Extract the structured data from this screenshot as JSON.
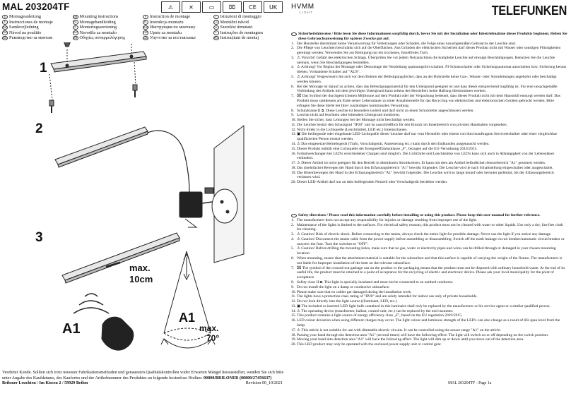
{
  "left": {
    "model": "MAL 203204TF",
    "hazard_icons": [
      "warning-icon",
      "crossed-out-icon",
      "package-icon",
      "crossed-bin-icon",
      "ce-icon",
      "ukca-icon"
    ],
    "hazard_glyphs": [
      "⚠",
      "✕",
      "▭",
      "⌧",
      "CE",
      "UK"
    ],
    "languages": [
      {
        "code": "D",
        "label": "Montageanleitung"
      },
      {
        "code": "GB",
        "label": "Mounting instructions"
      },
      {
        "code": "F",
        "label": "Instruction de montage"
      },
      {
        "code": "I",
        "label": "Istruzioni di montaggio"
      },
      {
        "code": "E",
        "label": "Instrucciones de montaje"
      },
      {
        "code": "NL",
        "label": "Montagehandleiding"
      },
      {
        "code": "PL",
        "label": "Instrukcja montażu"
      },
      {
        "code": "CZ",
        "label": "Montážní návod"
      },
      {
        "code": "DK",
        "label": "Samlevejledning"
      },
      {
        "code": "S",
        "label": "Monteringsanvisning"
      },
      {
        "code": "RUS",
        "label": "Инструкция по монтажу"
      },
      {
        "code": "H",
        "label": "Szerelési útmutató"
      },
      {
        "code": "SK",
        "label": "Návod na použitie"
      },
      {
        "code": "SLO",
        "label": "Navodila za montažo"
      },
      {
        "code": "HR",
        "label": "Upute za montažu"
      },
      {
        "code": "P",
        "label": "Instruções de montagem"
      },
      {
        "code": "BG",
        "label": "Ръководство за монтаж"
      },
      {
        "code": "GR",
        "label": "Οδηγίες συναρμολόγησης"
      },
      {
        "code": "UA",
        "label": "Упутство за постављање"
      },
      {
        "code": "RO",
        "label": "Instrucțiuni de montaj"
      }
    ],
    "steps": [
      "1",
      "2",
      "3"
    ],
    "fig_labels": {
      "max_dist_1": "max.",
      "max_dist_2": "10cm",
      "max_angle_1": "max.",
      "max_angle_2": "70°",
      "a1_left": "A1",
      "a1_cone": "A1"
    },
    "footer_text": "Verehrter Kunde. Sollten sich trotz neuester Fabrikationsmethoden und genauesten Qualitätskontrollen wider Erwarten Mängel herausstellen, wenden Sie sich bitte unter Angabe des Kaufdatums, des Kaufortes und der Artikelnummer des Produktes an folgende kostenlose Hotline:",
    "footer_hotline": "00800/BRILONER (00800/27456637) Briloner Leuchten / Im Kissen 2 / 59929 Brilon",
    "revision": "Revision 00_10/2021"
  },
  "right": {
    "hvmm": "HVMM",
    "hvmm_sub": "LIGHT",
    "brand": "TELEFUNKEN",
    "de_head": "Sicherheitshinweise / Bitte lesen Sie diese Informationen sorgfältig durch, bevor Sie mit der Installation oder Inbetriebnahme dieses Produkts beginnen. Heben Sie diese Gebrauchsanweisung für spätere Zwecke gut auf.",
    "de_items": [
      "Der Hersteller übernimmt keine Verantwortung für Verletzungen oder Schäden, die Folge eines unsachgemäßen Gebrauchs der Leuchte sind.",
      "Die Pflege von Leuchten beschränkt sich auf die Oberflächen. Aus Gründen der elektrischen Sicherheit darf dieses Produkt nicht mit Wasser oder sonstigen Flüssigkeiten gereinigt werden. Verwenden Sie zur Reinigung nur ein trockenes, fusselfreies Tuch.",
      "⚠ Vorsicht! Gefahr des elektrischen Schlags. Überprüfen Sie vor jedem Netzanschluss die komplette Leuchte auf etwaige Beschädigungen. Benutzen Sie die Leuchte niemals, wenn Sie Beschädigungen feststellen.",
      "⚠ Achtung! Vor Beginn der Montage oder Demontage der Netzleitung spannungsfrei schalten. FI-Schutzschalter oder Sicherungsautomat ausschalten bzw. Sicherung heraus drehen. Vorhandene Schalter auf \"AUS\".",
      "⚠ Achtung! Vergewissern Sie sich vor dem Bohren der Befestigungslöcher, dass an der Bohrstelle keine Gas-, Wasser- oder Stromleitungen angebohrt oder beschädigt werden können.",
      "Bei der Montage ist darauf zu achten, dass das Befestigungsmaterial für den Untergrund geeignet ist und dass dieser entsprechend tragfähig ist. Für eine unsachgemäße Verbindung des Artikels mit dem jeweiligen Untergrund kann seitens des Herstellers keine Haftung übernommen werden.",
      "⌧ Das Symbol der durchgestrichenen Mülltonne auf dem Produkt oder der Verpackung bedeutet, dass dieses Produkt nicht mit dem Hausmüll entsorgt werden darf. Das Produkt muss stattdessen am Ende seiner Lebensdauer zu einer Annahmestelle für das Recycling von elektrischen und elektronischen Geräten gebracht werden. Bitte erfragen Sie diese Stelle bei Ihrer zuständigen kommunalen Verwaltung.",
      "Schutzklasse II ⧈. Diese Leuchte ist besonders isoliert und darf nicht an einen Schutzleiter angeschlossen werden.",
      "Leuchte nicht auf feuchtem oder leitendem Untergrund montieren.",
      "Stellen Sie sicher, dass Leitungen bei der Montage nicht beschädigt werden.",
      "Die Leuchte besitzt den Schutzgrad \"IP20\" und ist ausschließlich für den Einsatz im Innenbereich von privaten Haushalten vorgesehen.",
      "Nicht direkt in die Lichtquelle (Leuchtmittel, LED etc.) hineinschauen.",
      "▣ Die beiliegende oder eingebaute LED-Lichtquelle dieser Leuchte darf nur vom Hersteller oder einem von ihm beauftragten Servicetechniker oder einer vergleichbar qualifizierten Person ersetzt werden.",
      "⚠ Das eingesetzte Betriebsgerät (Trafo, Vorschaltgerät, Ansteuerung etc.) kann durch den Endkunden ausgetauscht werden.",
      "Dieses Produkt enthält eine Lichtquelle der Energieeffizienzklasse „F\", bezogen auf die EU-Verordnung 2019/2015.",
      "Farbabweichungen bei LED's verschiedener Chargen sind möglich. Die Lichtfarbe und Leuchtstärke von LED's kann sich auch in Abhängigkeit von der Lebensdauer verändern.",
      "⚠ Dieser Artikel ist nicht geeignet für den Betrieb in dimmbaren Stromkreisen. Er kann mit dem am Artikel befindlichen Sensorbereich \"A1\" gesteuert werden.",
      "Das (mehrfache) Bewegen der Hand durch den Erfassungsbereich \"A1\" bewirkt folgendes: Die Leuchte wird je nach Schaltstellung eingeschaltet oder ausgeschaltet.",
      "Das Hineinbewegen der Hand in den Erfassungsbereich \"A1\" bewirkt folgendes: Die Leuchte wird so lange herauf oder herunter gedimmt, bis der Erfassungsbereich verlassen wird.",
      "Dieser LED-Artikel darf nur an dem beiliegenden Netzteil oder Vorschaltgerät betrieben werden."
    ],
    "en_head": "Safety directions / Please read this information carefully before installing or using this product. Please keep this user manual for further reference.",
    "en_items": [
      "The manufacturer does not accept any responsibility for injuries or damage resulting from improper use of the light.",
      "Maintenance of the lights is limited to the surfaces. For electrical safety reasons, this product must not be cleaned with water or other liquids. Use only a dry, lint-free cloth for cleaning.",
      "⚠ Caution! Risk of electric shock. Before connecting to the mains, always check the entire light for possible damage. Never use the light if you notice any damage.",
      "⚠ Caution! Disconnect the mains cable from the power supply before assembling or disassembling. Switch off the earth leakage circuit breaker/automatic circuit breaker or unscrew the fuse. Turn the switches to \"OFF\".",
      "⚠ Caution! Before drilling the mounting holes, make sure that no gas, water or electricity pipes and wires can be drilled through or damaged in your chosen mounting location.",
      "When mounting, ensure that the attachment material is suitable for the subsurface and that this surface is capable of carrying the weight of the fixture. The manufacturer is not liable for improper installation of the item on the relevant subsurface.",
      "⌧ The symbol of the crossed-out garbage can on the product or the packaging means that the product must not be disposed with ordinary household waste. At the end of its useful life, the product must be returned to a point of acceptance for the recycling of electric and electronic device. Please ask your local municipality for the point of acceptance.",
      "Safety class II ⧈. This light is specially insulated and must not be connected to an earthed conductor.",
      "Do not install the light on a damp or conductive subsurface.",
      "Please make sure that no cables get damaged during the installation work.",
      "The lights have a protection class rating of \"IP20\" and are solely intended for indoor use only of private households.",
      "Do not look directly into the light source (illuminant, LED, etc.).",
      "▣ The included or inserted LED light bulb contained in this luminaire shall only be replaced by the manufacturer or his service agent or a similar qualified person.",
      "⚠ The operating device (transformer, ballast, control unit, etc.) can be replaced by the end customer.",
      "This product contains a light source of energy efficiency class „F\", based on the EU regulation 2019/2015.",
      "LED colour deviation when using different charges may occur. The light colour and luminous strength of the LED's can also change as a result of life span level from the lamp.",
      "⚠ This article is not suitable for use with dimmable electric circuits. It can be controlled using the sensor range \"A1\" on the article.",
      "Passing your hand through the detection area \"A1\" (several times) will have the following effect: The light will switch on or off depending on the switch position.",
      "Moving your hand into detection area \"A1\" will have the following effect. The light will dim up or down until you move out of the detection area.",
      "This LED product may only be operated with the enclosed power supply unit or control gear."
    ],
    "page_footer": "MAL 203204TF - Page 1a"
  }
}
